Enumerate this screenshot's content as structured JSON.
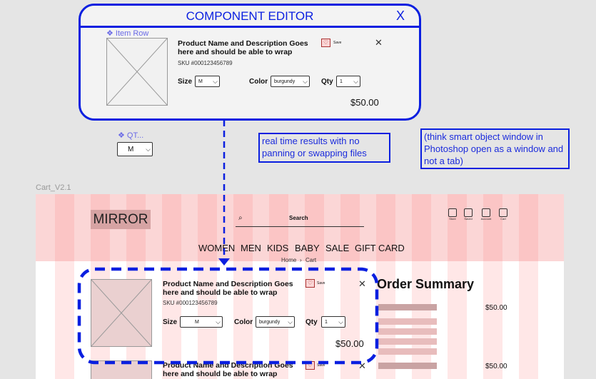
{
  "editor": {
    "title": "COMPONENT EDITOR",
    "close": "X",
    "component_tag": "❖ Item Row",
    "product": {
      "title": "Product Name and Description Goes here and should be able to wrap",
      "sku": "SKU #000123456789",
      "save_label": "Save",
      "size_label": "Size",
      "size_value": "M",
      "color_label": "Color",
      "color_value": "burgundy",
      "qty_label": "Qty",
      "qty_value": "1",
      "price": "$50.00"
    }
  },
  "qty_component": {
    "tag": "❖ QT...",
    "value": "M"
  },
  "notes": {
    "realtime": "real time results with no panning or swapping files",
    "smart_object": "(think smart object window in Photoshop open as a window and not a tab)"
  },
  "frame_label": "Cart_V2.1",
  "cart": {
    "logo": "MIRROR",
    "search_label": "Search",
    "header_icons": [
      "Store",
      "Saved",
      "Account",
      "Cart"
    ],
    "nav": [
      "WOMEN",
      "MEN",
      "KIDS",
      "BABY",
      "SALE",
      "GIFT CARD"
    ],
    "breadcrumb": [
      "Home",
      "Cart"
    ],
    "breadcrumb_sep": "›",
    "item1": {
      "title": "Product Name and Description Goes here and should be able to wrap",
      "sku": "SKU #000123456789",
      "save_label": "Save",
      "size_label": "Size",
      "size_value": "M",
      "color_label": "Color",
      "color_value": "burgundy",
      "qty_label": "Qty",
      "qty_value": "1",
      "price": "$50.00"
    },
    "item2": {
      "title": "Product Name and Description Goes here and should be able to wrap",
      "save_label": "Save"
    },
    "summary": {
      "title": "Order Summary",
      "price1": "$50.00",
      "price2": "$50.00"
    }
  },
  "colors": {
    "accent": "#0a1fe0",
    "header_bg": "#fbd6d6",
    "logo_bg": "#d6a3a3"
  }
}
